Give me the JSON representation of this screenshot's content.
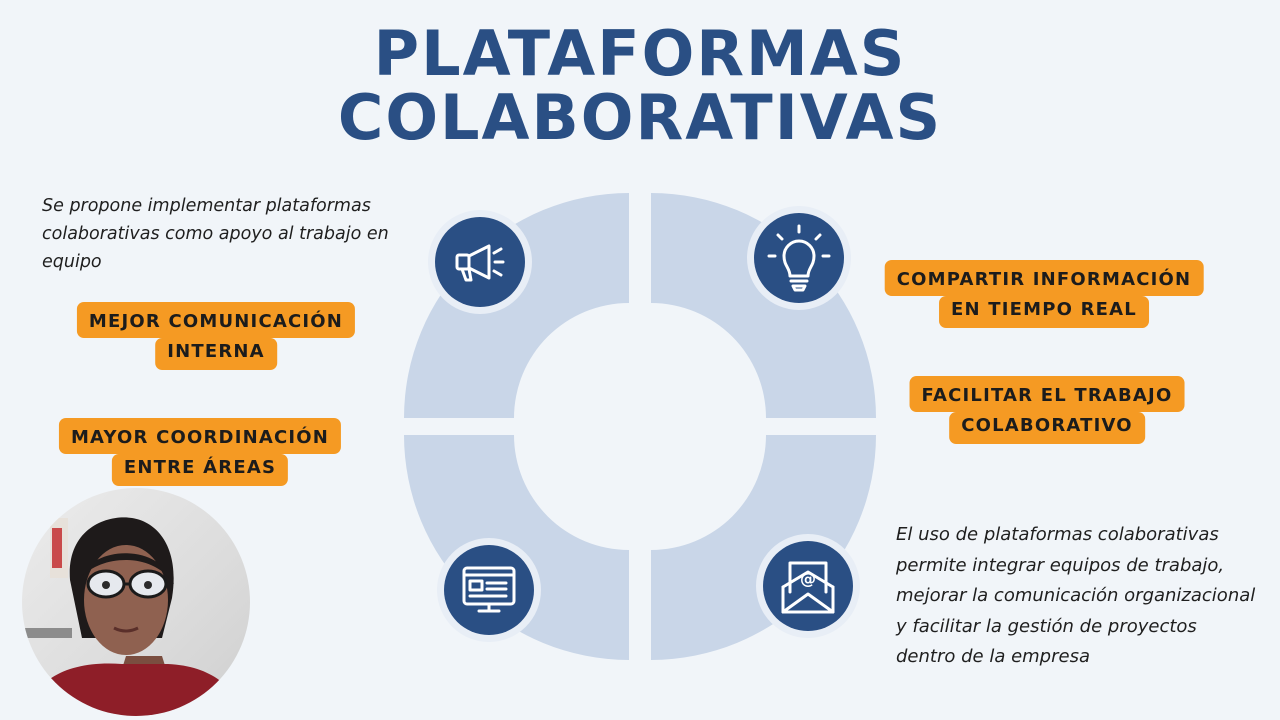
{
  "title": {
    "line1": "PLATAFORMAS",
    "line2": "COLABORATIVAS"
  },
  "intro_text": "Se propone implementar plataformas colaborativas como apoyo al trabajo en equipo",
  "pills": [
    {
      "line1": "MEJOR COMUNICACIÓN",
      "line2": "INTERNA"
    },
    {
      "line1": "MAYOR COORDINACIÓN",
      "line2": "ENTRE ÁREAS"
    },
    {
      "line1": "COMPARTIR INFORMACIÓN",
      "line2": "EN TIEMPO REAL"
    },
    {
      "line1": "FACILITAR EL TRABAJO",
      "line2": "COLABORATIVO"
    }
  ],
  "description": "El uso de plataformas colaborativas permite integrar equipos de trabajo, mejorar la comunicación organizacional y facilitar la gestión de proyectos dentro de la empresa",
  "icons": [
    "megaphone-icon",
    "lightbulb-icon",
    "monitor-icon",
    "envelope-at-icon"
  ],
  "colors": {
    "background": "#f1f5f9",
    "title": "#2a4f84",
    "pill": "#f59a23",
    "ring": "#c9d6e8",
    "icon_circle": "#2a4f84"
  }
}
